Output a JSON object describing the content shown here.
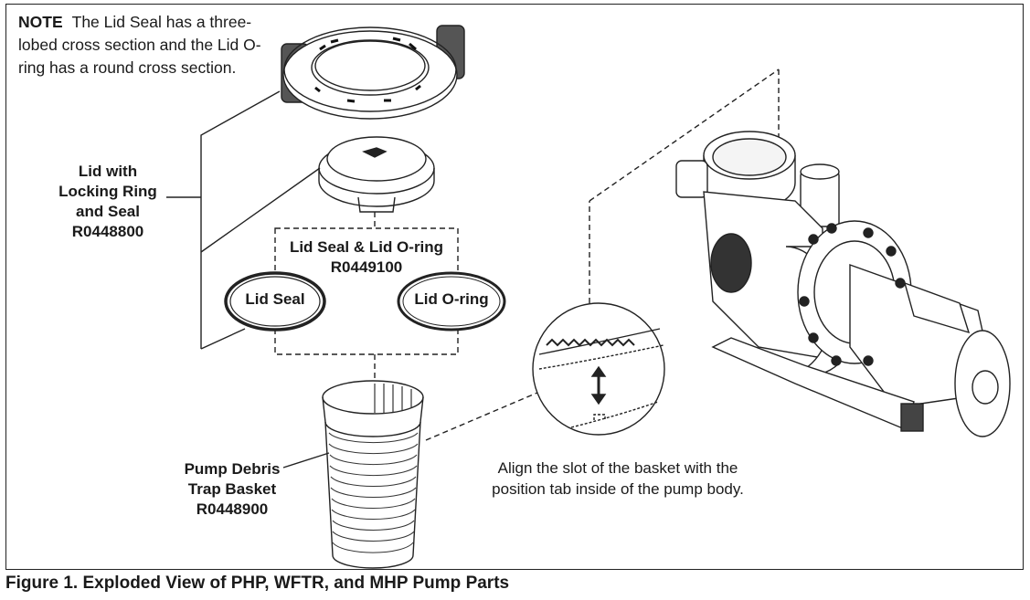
{
  "note": {
    "keyword": "NOTE",
    "text": "The Lid Seal has a three-lobed cross section and the Lid O-ring has a round cross section."
  },
  "parts": {
    "lid": {
      "line1": "Lid with",
      "line2": "Locking Ring",
      "line3": "and Seal",
      "part_number": "R0448800"
    },
    "seal_kit": {
      "title": "Lid Seal & Lid O-ring",
      "part_number": "R0449100"
    },
    "lid_seal": {
      "label": "Lid Seal"
    },
    "lid_oring": {
      "label": "Lid O-ring"
    },
    "basket": {
      "line1": "Pump Debris",
      "line2": "Trap Basket",
      "part_number": "R0448900"
    }
  },
  "instruction": {
    "line1": "Align the slot of the basket with the",
    "line2": "position tab inside of the pump body."
  },
  "caption": "Figure 1. Exploded View of PHP, WFTR, and MHP Pump Parts"
}
